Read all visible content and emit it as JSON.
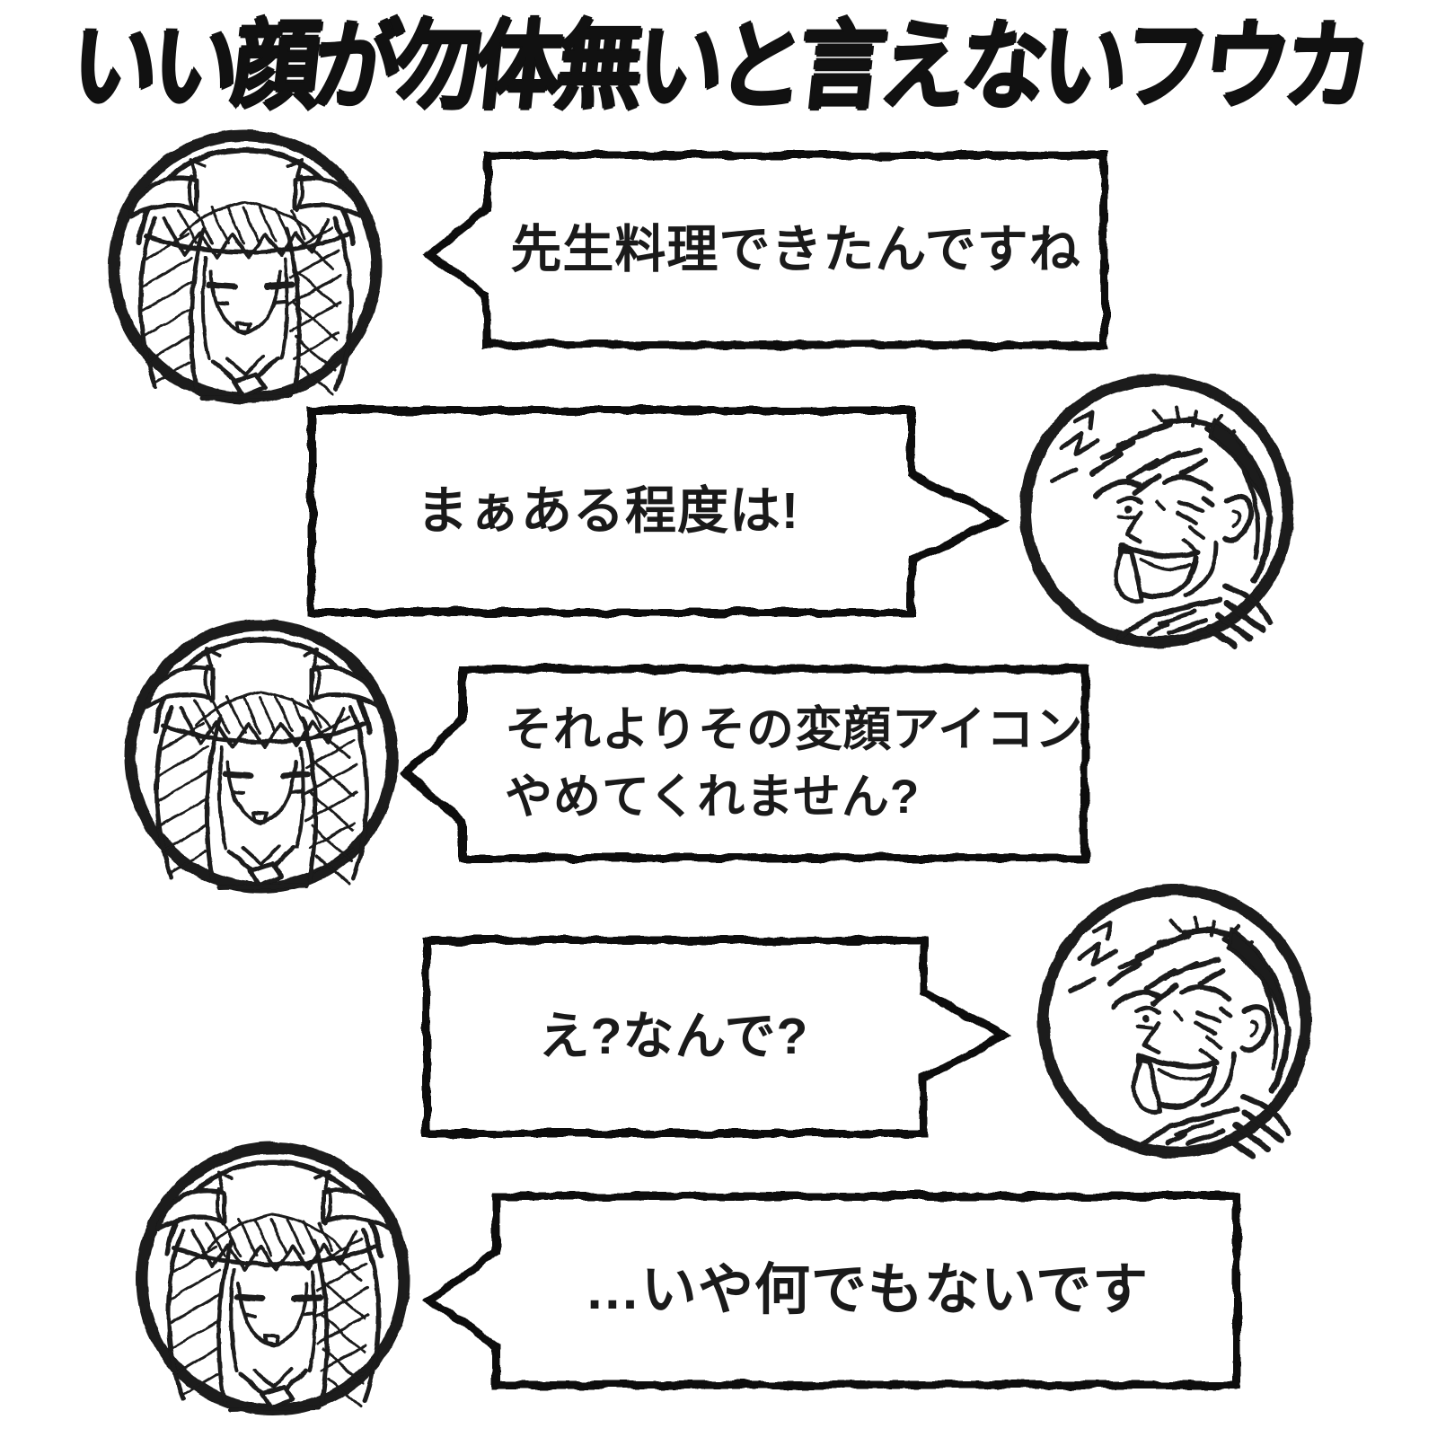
{
  "page": {
    "title": "いい顔が勿体無いと言えないフウカ",
    "background_color": "#ffffff",
    "ink_color": "#1a1a1a"
  },
  "characters": {
    "left_speaker": "fuuka-avatar",
    "right_speaker": "sensei-funny-face-avatar"
  },
  "conversation": {
    "messages": [
      {
        "speaker": "fuuka",
        "side": "left",
        "avatar": "fuuka-avatar",
        "text": "先生料理できたんですね"
      },
      {
        "speaker": "sensei",
        "side": "right",
        "avatar": "sensei-funny-face-avatar",
        "text": "まぁある程度は!"
      },
      {
        "speaker": "fuuka",
        "side": "left",
        "avatar": "fuuka-avatar",
        "text": "それよりその変顔アイコン\nやめてくれません?"
      },
      {
        "speaker": "sensei",
        "side": "right",
        "avatar": "sensei-funny-face-avatar",
        "text": "え?なんで?"
      },
      {
        "speaker": "fuuka",
        "side": "left",
        "avatar": "fuuka-avatar",
        "text": "…いや何でもないです"
      }
    ]
  }
}
